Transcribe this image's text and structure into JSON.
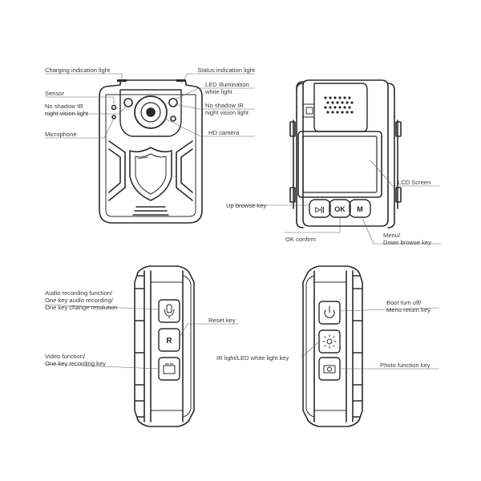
{
  "front": {
    "charging_light": "Charging indication light",
    "status_light": "Status indication light",
    "led_illumination": "LED illumination\nwhite light",
    "sensor": "Sensor",
    "no_shadow_ir_left": "No shadow IR\nnight vision light",
    "no_shadow_ir_right": "No shadow IR\nnight vision light",
    "microphone": "Microphone",
    "hd_camera": "HD camera"
  },
  "back": {
    "lcd_screen": "LCD Screen",
    "up_browse": "Up browse key",
    "ok_confirm": "OK confirm",
    "menu_down": "Menu/\nDown browse key",
    "key_play": "▷||",
    "key_ok": "OK",
    "key_m": "M"
  },
  "left_side": {
    "audio_function": "Audio recording function/\nOne key audio recording/\nOne key change resolution",
    "reset_key": "Reset key",
    "video_function": "Video function/\nOne key recording key",
    "key_r": "R"
  },
  "right_side": {
    "boot_turn_off": "Boot turn off/\nMenu return key",
    "ir_light": "IR light/LED white light key",
    "photo_function": "Photo function key"
  }
}
